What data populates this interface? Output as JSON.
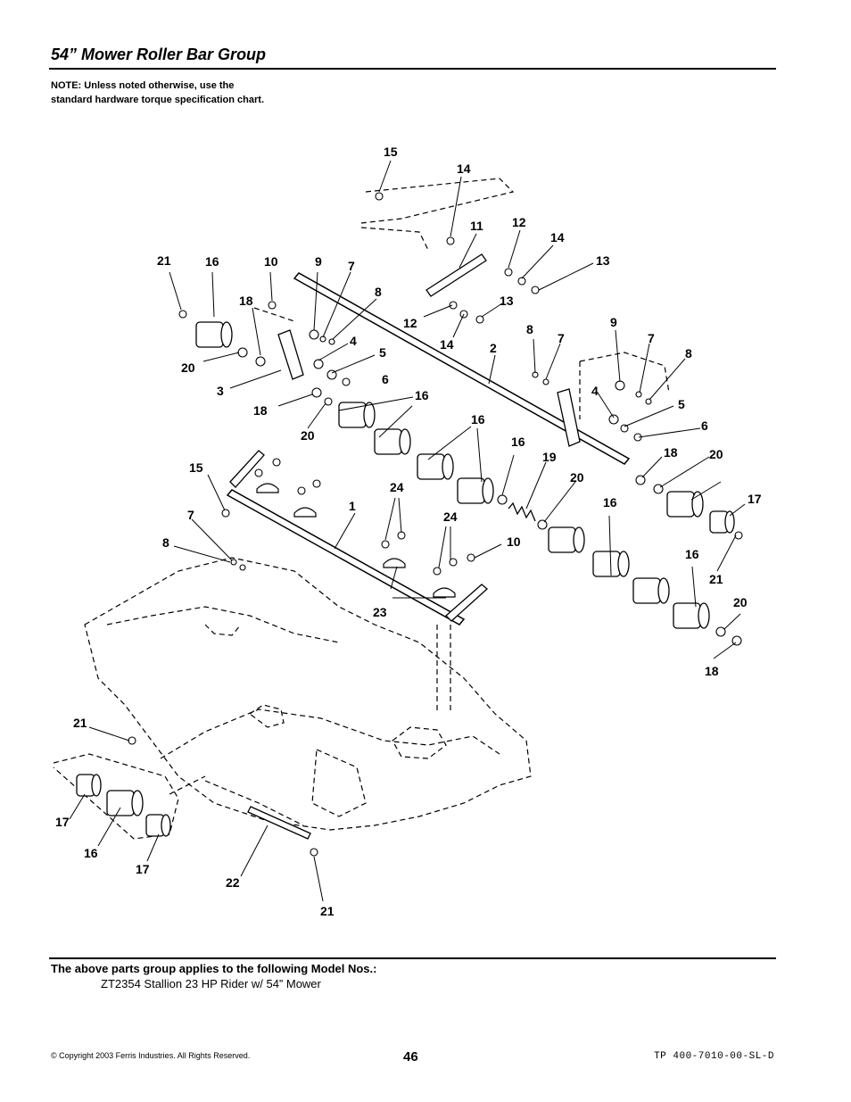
{
  "header": {
    "title": "54” Mower Roller Bar Group",
    "note": "NOTE: Unless noted otherwise, use the standard hardware torque specification chart."
  },
  "callouts": [
    "15",
    "14",
    "11",
    "12",
    "14",
    "13",
    "21",
    "16",
    "10",
    "9",
    "7",
    "8",
    "18",
    "12",
    "13",
    "14",
    "8",
    "7",
    "9",
    "7",
    "8",
    "4",
    "5",
    "6",
    "2",
    "20",
    "3",
    "18",
    "16",
    "20",
    "4",
    "5",
    "6",
    "16",
    "18",
    "20",
    "16",
    "15",
    "19",
    "20",
    "17",
    "7",
    "24",
    "1",
    "24",
    "10",
    "16",
    "8",
    "16",
    "21",
    "23",
    "20",
    "18",
    "21",
    "17",
    "16",
    "17",
    "22",
    "21"
  ],
  "footer": {
    "applies_label": "The above parts group applies to the following Model Nos.:",
    "model_line": "ZT2354  Stallion 23 HP Rider w/ 54” Mower",
    "copyright": "© Copyright 2003 Ferris Industries. All Rights Reserved.",
    "page_number": "46",
    "doc_number": "TP 400-7010-00-SL-D"
  }
}
